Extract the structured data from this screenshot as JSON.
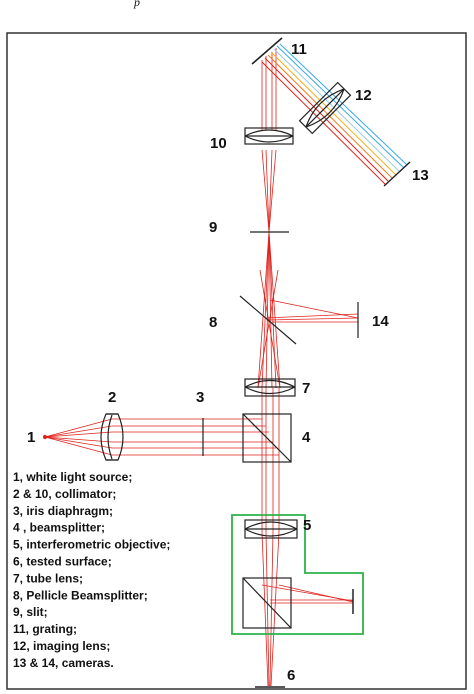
{
  "caption_fragment": "p",
  "labels": {
    "n1": "1",
    "n2": "2",
    "n3": "3",
    "n4": "4",
    "n5": "5",
    "n6": "6",
    "n7": "7",
    "n8": "8",
    "n9": "9",
    "n10": "10",
    "n11": "11",
    "n12": "12",
    "n13": "13",
    "n14": "14"
  },
  "legend": [
    "1, white light source;",
    "2 & 10, collimator;",
    "3, iris diaphragm;",
    "4 , beamsplitter;",
    "5, interferometric objective;",
    "6, tested surface;",
    "7, tube lens;",
    "8, Pellicle Beamsplitter;",
    "9, slit;",
    "11, grating;",
    "12, imaging lens;",
    "13 & 14, cameras."
  ],
  "colors": {
    "ray": "#e0231c",
    "objective_box": "#2db34a",
    "frame": "#333333",
    "spectrum": [
      "#e0231c",
      "#f07a1a",
      "#f2b21a",
      "#9cc9e8",
      "#38a9e6"
    ]
  }
}
